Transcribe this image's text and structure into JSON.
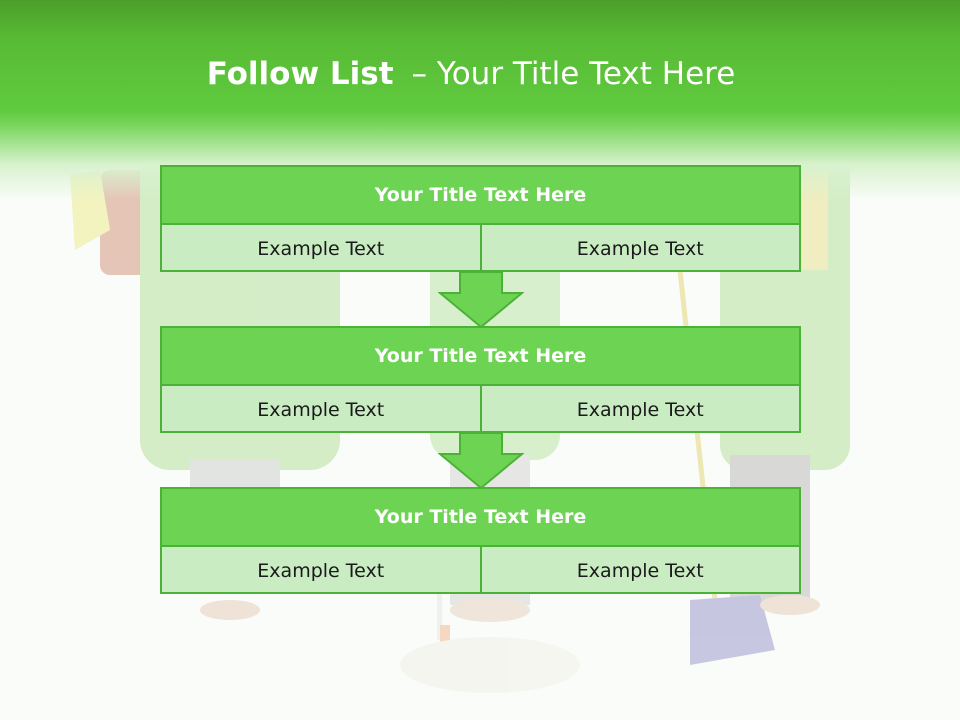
{
  "slide": {
    "title_bold": "Follow List",
    "title_rest": "– Your Title Text Here"
  },
  "blocks": [
    {
      "title": "Your Title Text Here",
      "left_text": "Example Text",
      "right_text": "Example Text"
    },
    {
      "title": "Your Title Text Here",
      "left_text": "Example Text",
      "right_text": "Example Text"
    },
    {
      "title": "Your Title Text Here",
      "left_text": "Example Text",
      "right_text": "Example Text"
    }
  ],
  "colors": {
    "header_green": "#5fca3e",
    "box_header": "#6dd453",
    "box_body": "#c9ecc2",
    "border": "#4bb237"
  },
  "background_image": "cleaning-staff-with-mop-and-broom"
}
